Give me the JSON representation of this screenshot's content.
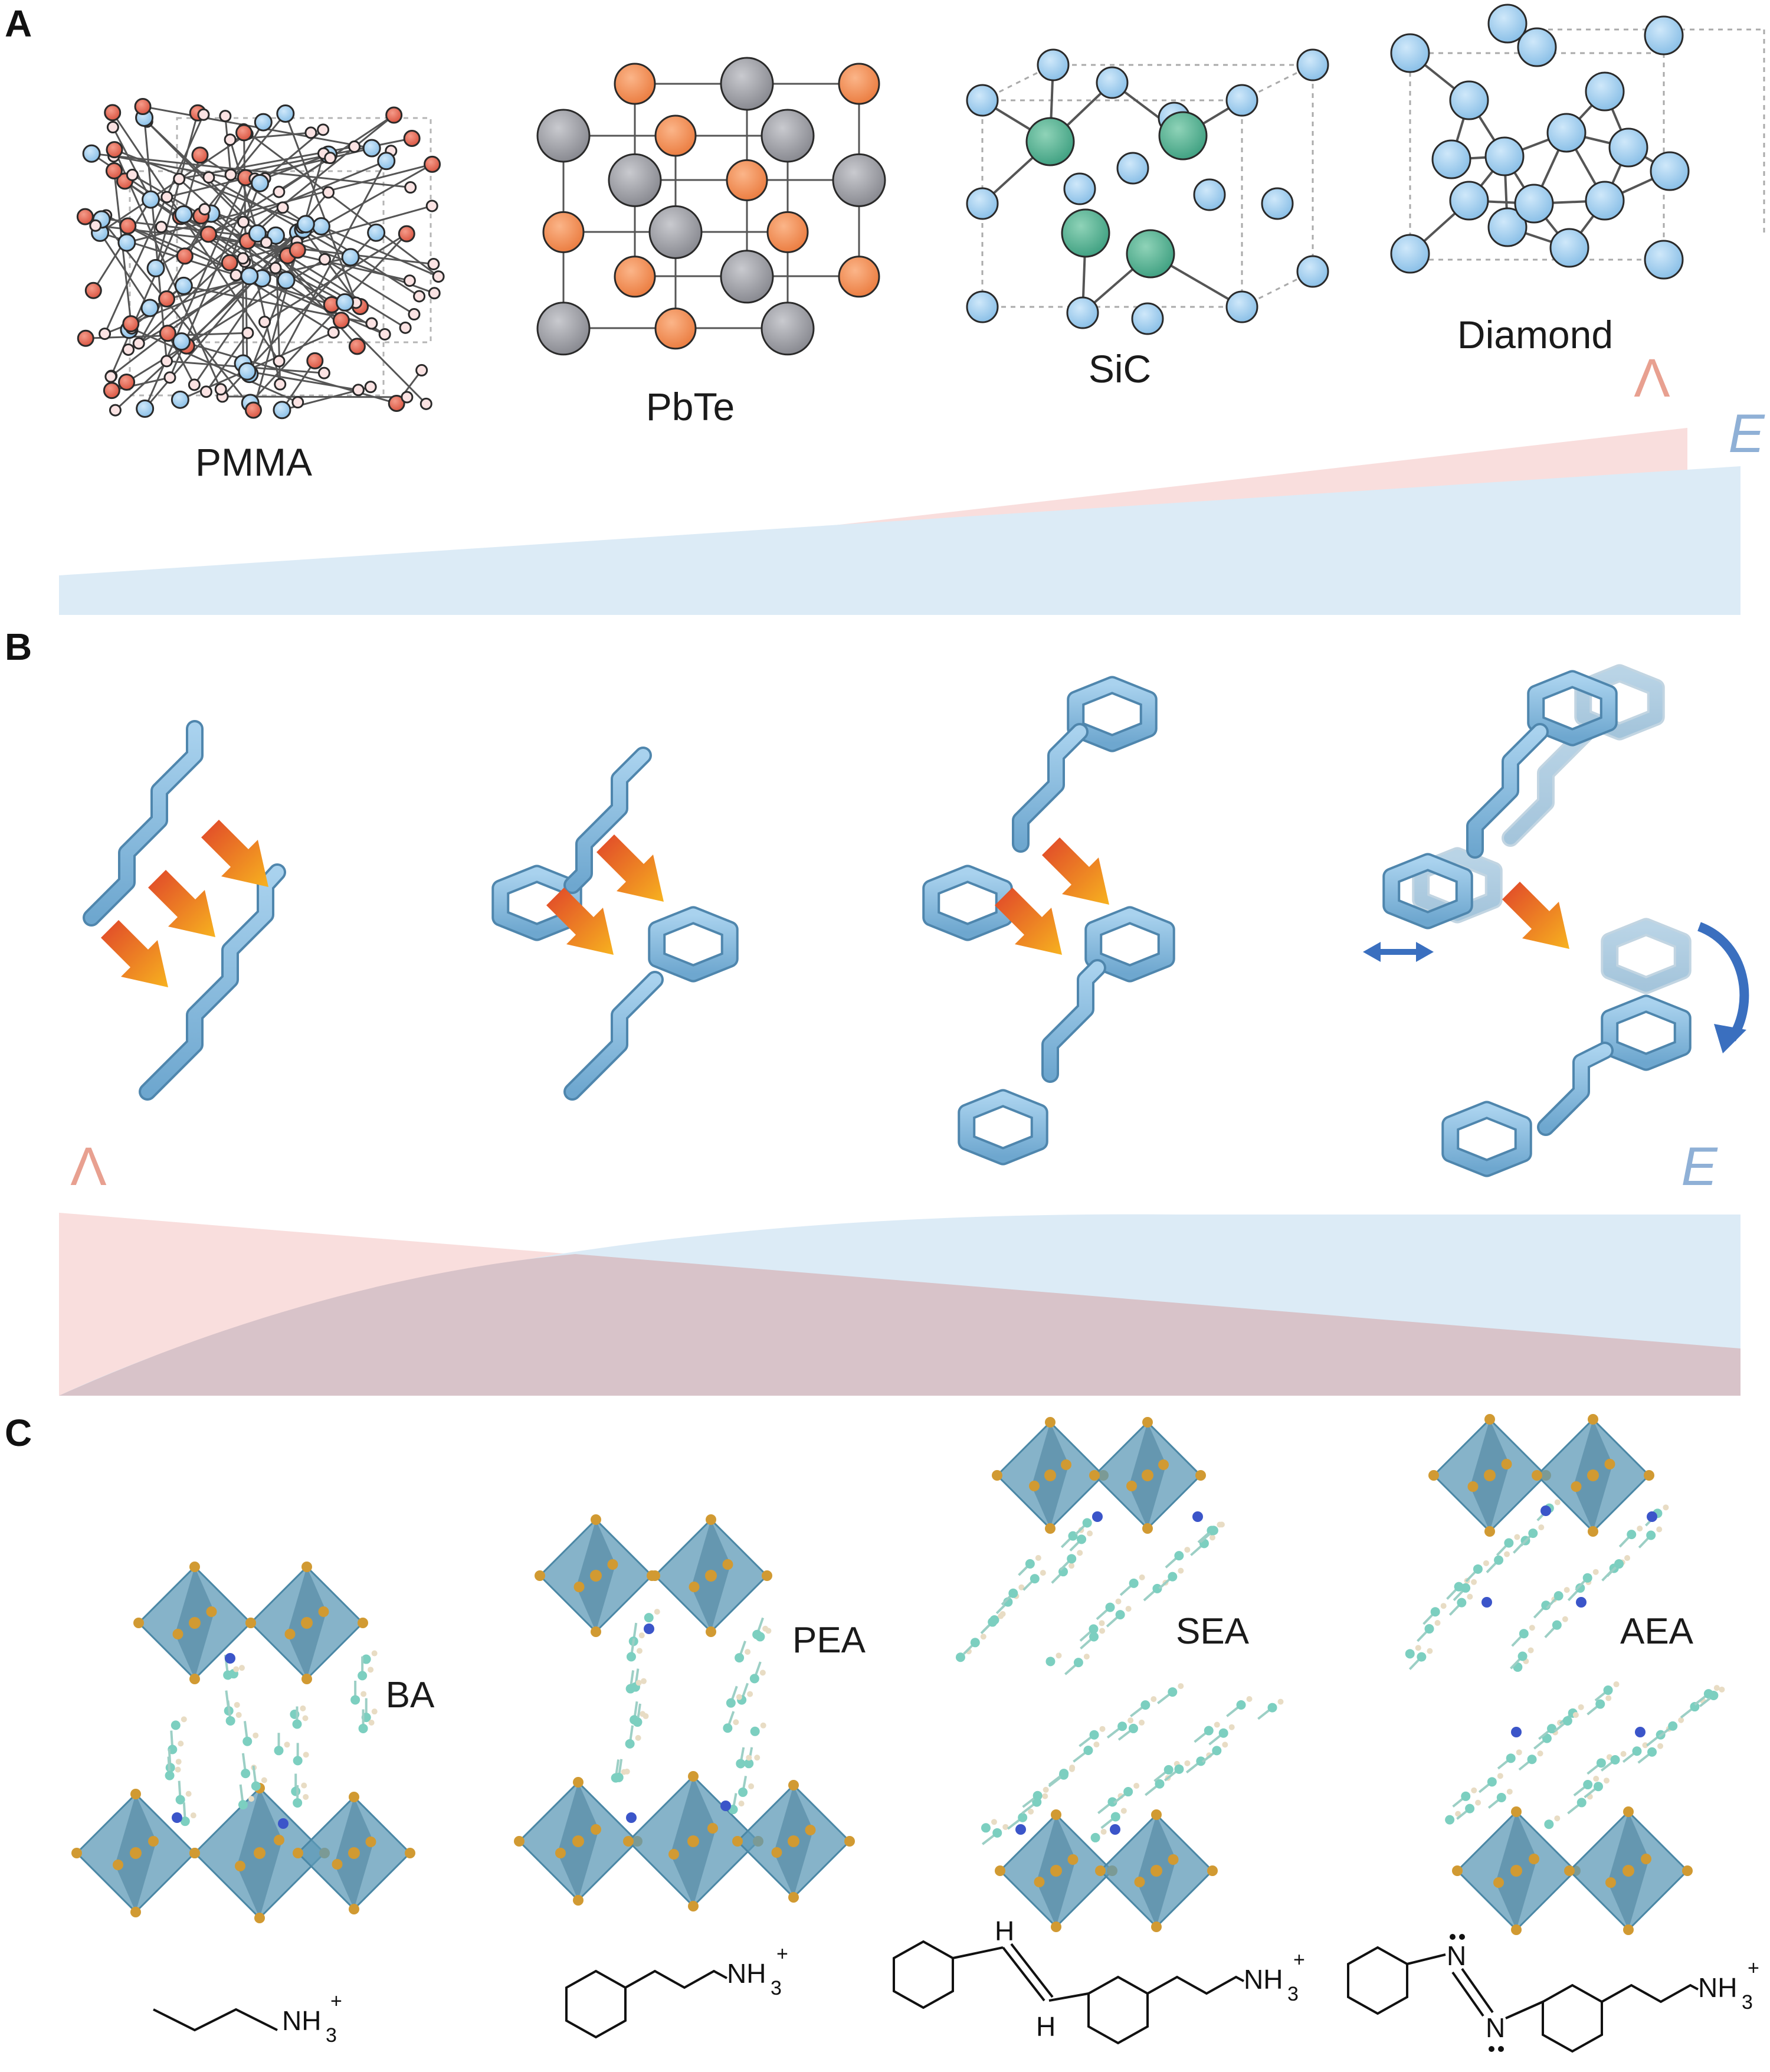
{
  "panels": {
    "a": {
      "letter": "A",
      "materials": [
        "PMMA",
        "PbTe",
        "SiC",
        "Diamond"
      ],
      "lambda_symbol": "Λ",
      "e_symbol": "E"
    },
    "b": {
      "letter": "B",
      "lambda_symbol": "Λ",
      "e_symbol": "E"
    },
    "c": {
      "letter": "C",
      "molecules": [
        "BA",
        "PEA",
        "SEA",
        "AEA"
      ],
      "formula": {
        "nh": "NH",
        "sub": "3",
        "sup": "+",
        "h": "H",
        "n": "N"
      }
    }
  },
  "colors": {
    "lambda_wedge": "#f9dedd",
    "e_wedge": "#dcebf6",
    "overlap": "#d8c3c9",
    "octahedron": "#5d9ab7",
    "octahedron_vertex": "#d19a32",
    "molecule_tube": "#8fbfe0",
    "arrow_orange": "#f29a25",
    "arrow_red": "#e24a2a",
    "double_arrow": "#3a6fbf"
  }
}
